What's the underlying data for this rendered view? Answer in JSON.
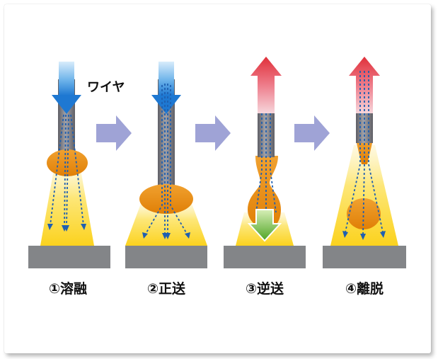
{
  "wire_label": "ワイヤ",
  "steps": [
    {
      "label": "①溶融"
    },
    {
      "label": "②正送"
    },
    {
      "label": "③逆送"
    },
    {
      "label": "④離脱"
    }
  ],
  "colors": {
    "wire": "#7c7c82",
    "plate": "#828487",
    "droplet": "#ec8c0c",
    "arc_yellow": "#fbd21e",
    "arc_light": "#fdf3b8",
    "feed_arrow_blue": "#2f8ad8",
    "retract_arrow_red": "#e0303a",
    "droplet_arrow_green": "#55b02a",
    "process_arrow": "#9fa3d6",
    "current_lines": "#1f5fb0"
  }
}
